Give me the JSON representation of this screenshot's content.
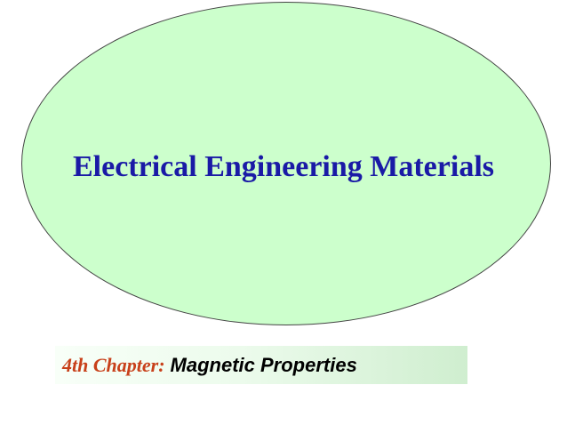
{
  "slide": {
    "title": "Electrical Engineering Materials",
    "chapter_label": "4th Chapter:",
    "chapter_topic": "Magnetic Properties"
  },
  "colors": {
    "ellipse_fill": "#ccffcc",
    "title_text": "#1a1aa6",
    "chapter_label_text": "#c8401a",
    "chapter_topic_text": "#000000"
  }
}
